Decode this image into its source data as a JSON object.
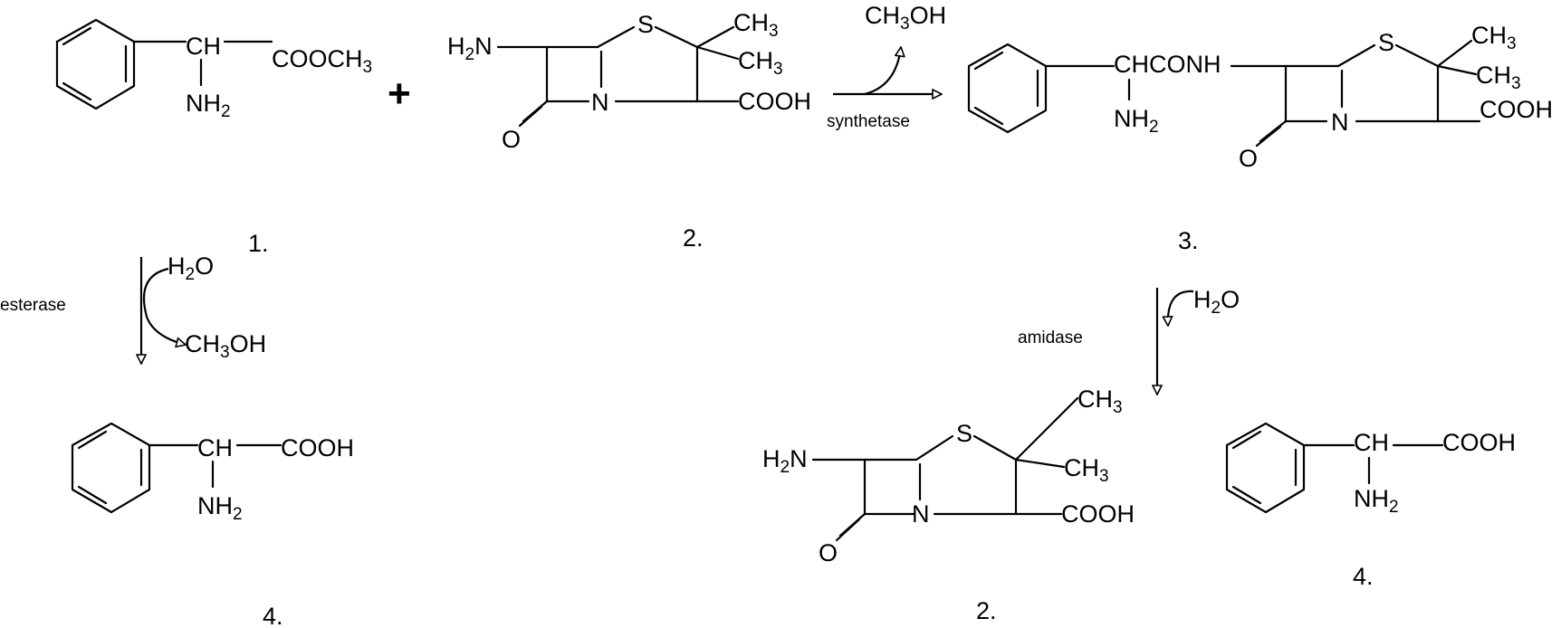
{
  "labels": {
    "coome": "COOCH",
    "nh": "NH",
    "ch": "CH",
    "cooh": "COOH",
    "s": "S",
    "n": "N",
    "o": "O",
    "h2n_h": "H",
    "h2n_n": "N",
    "two": "2",
    "three": "3",
    "ch3_c": "CH",
    "chconh": "CHCONH",
    "h2o_h": "H",
    "h2o_o": "O",
    "ch3oh_ch": "CH",
    "ch3oh_oh": "OH"
  },
  "enzymes": {
    "synthetase": "synthetase",
    "esterase": "esterase",
    "amidase": "amidase"
  },
  "compound_numbers": {
    "c1": "1.",
    "c2": "2.",
    "c3": "3.",
    "c4a": "4.",
    "c2b": "2.",
    "c4b": "4."
  },
  "operators": {
    "plus": "+"
  },
  "colors": {
    "ink": "#000000",
    "background": "#ffffff"
  }
}
